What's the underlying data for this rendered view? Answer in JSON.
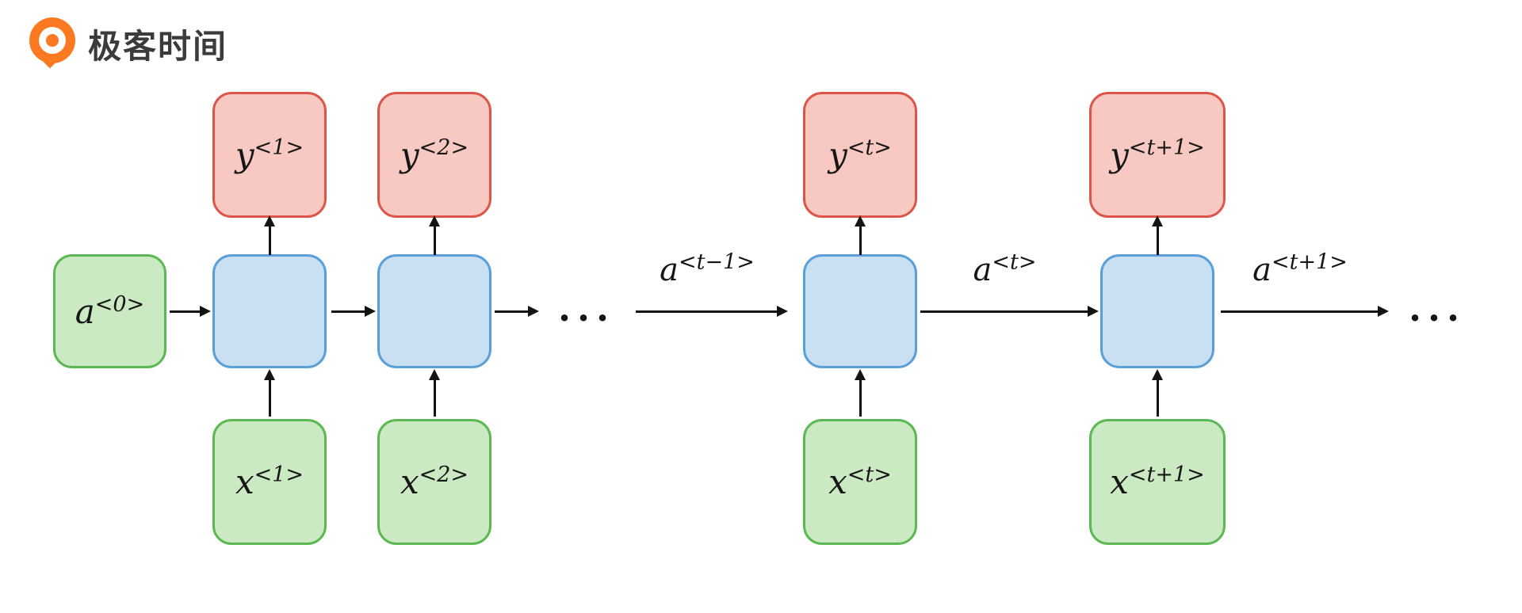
{
  "brand": {
    "name": "极客时间"
  },
  "diagram": {
    "initial_state": {
      "base": "a",
      "sup": "<0>"
    },
    "outputs": [
      {
        "base": "y",
        "sup": "<1>"
      },
      {
        "base": "y",
        "sup": "<2>"
      },
      {
        "base": "y",
        "sup": "<t>"
      },
      {
        "base": "y",
        "sup": "<t+1>"
      }
    ],
    "inputs": [
      {
        "base": "x",
        "sup": "<1>"
      },
      {
        "base": "x",
        "sup": "<2>"
      },
      {
        "base": "x",
        "sup": "<t>"
      },
      {
        "base": "x",
        "sup": "<t+1>"
      }
    ],
    "state_labels": [
      {
        "base": "a",
        "sup": "<t−1>"
      },
      {
        "base": "a",
        "sup": "<t>"
      },
      {
        "base": "a",
        "sup": "<t+1>"
      }
    ],
    "ellipsis": "...",
    "colors": {
      "output_fill": "#f8c8c2",
      "output_border": "#dd5448",
      "cell_fill": "#c9dff2",
      "cell_border": "#5b9fd8",
      "input_fill": "#cbe9c2",
      "input_border": "#5cb852",
      "arrow": "#141414",
      "logo_orange": "#fa7921",
      "brand_text": "#3b3b3b"
    }
  }
}
